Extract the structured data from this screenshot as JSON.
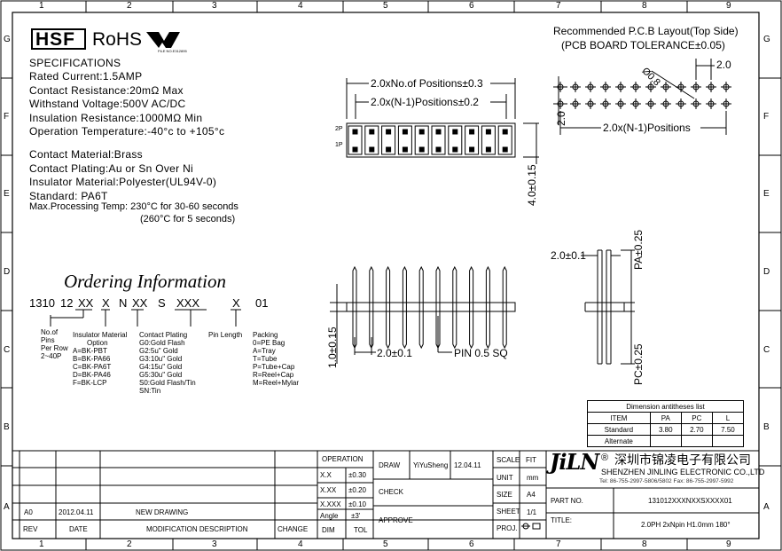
{
  "grid": {
    "columns": [
      "1",
      "2",
      "3",
      "4",
      "5",
      "6",
      "7",
      "8",
      "9"
    ],
    "rows": [
      "G",
      "F",
      "E",
      "D",
      "C",
      "B",
      "A"
    ]
  },
  "logos": {
    "hsf": "HSF",
    "rohs": "RoHS",
    "ul_text": "FILE NO.E312895"
  },
  "specifications": {
    "heading": "SPECIFICATIONS",
    "lines": [
      "Rated Current:1.5AMP",
      "Contact Resistance:20mΩ Max",
      "Withstand Voltage:500V AC/DC",
      "Insulation Resistance:1000MΩ Min",
      "Operation Temperature:-40°c to +105°c"
    ],
    "material_lines": [
      "Contact Material:Brass",
      "Contact Plating:Au or Sn Over Ni",
      "Insulator Material:Polyester(UL94V-0)",
      "Standard:    PA6T",
      "Max.Processing Temp: 230°C for 30-60 seconds",
      "(260°C for 5 seconds)"
    ]
  },
  "ordering": {
    "title": "Ordering Information",
    "code": [
      "1310",
      "12",
      "XX",
      "X",
      "N",
      "XX",
      "S",
      "XXX",
      "X",
      "01"
    ],
    "pins": [
      "No.of",
      "Pins",
      "Per Row",
      "2~40P"
    ],
    "insulator": [
      "Insulator Material",
      "Option",
      "A=BK-PBT",
      "B=BK-PA66",
      "C=BK-PA6T",
      "D=BK-PA46",
      "F=BK-LCP"
    ],
    "plating": [
      "Contact Plating",
      "G0:Gold Flash",
      "G2:5u\" Gold",
      "G3:10u\" Gold",
      "G4:15u\" Gold",
      "G5:30u\" Gold",
      "S0:Gold Flash/Tin",
      "SN:Tin"
    ],
    "pin_length": "Pin Length",
    "packing": [
      "Packing",
      "0=PE Bag",
      "A=Tray",
      "T=Tube",
      "P=Tube+Cap",
      "R=Reel+Cap",
      "M=Reel+Mylar"
    ]
  },
  "top_view": {
    "dim_total": "2.0xNo.of Positions±0.3",
    "dim_pitch": "2.0x(N-1)Positions±0.2",
    "row2": "2P",
    "row1": "1P",
    "height": "4.0±0.15"
  },
  "side_view": {
    "dim_h": "1.0±0.15",
    "dim_pitch": "2.0±0.1",
    "pin": "PIN  0.5  SQ"
  },
  "end_view": {
    "pitch": "2.0±0.1",
    "pa": "PA±0.25",
    "pc": "PC±0.25"
  },
  "pcb": {
    "title1": "Recommended P.C.B Layout(Top Side)",
    "title2": "(PCB BOARD TOLERANCE±0.05)",
    "hole": "Ø0.8",
    "pitch": "2.0",
    "row_pitch": "2.0",
    "span": "2.0x(N-1)Positions"
  },
  "dim_list": {
    "title": "Dimension  antitheses  list",
    "headers": [
      "ITEM",
      "PA",
      "PC",
      "L"
    ],
    "rows": [
      [
        "Standard",
        "3.80",
        "2.70",
        "7.50"
      ],
      [
        "Alternate",
        "",
        "",
        ""
      ]
    ]
  },
  "title_block": {
    "operation": "OPERATION",
    "draw": "DRAW",
    "drawer": "YiYuSheng",
    "draw_date": "12.04.11",
    "check": "CHECK",
    "approve": "APPROVE",
    "scale_label": "SCALE",
    "scale": "FIT",
    "unit_label": "UNIT",
    "unit": "mm",
    "size_label": "SIZE",
    "size": "A4",
    "sheet_label": "SHEET",
    "sheet": "1/1",
    "proj_label": "PROJ.",
    "tol_rows": [
      [
        "X.X",
        "±0.30"
      ],
      [
        "X.XX",
        "±0.20"
      ],
      [
        "X.XXX",
        "±0.10"
      ],
      [
        "Angle",
        "±3'"
      ]
    ],
    "dim": "DIM",
    "tol": "TOL",
    "rev_row": [
      "A0",
      "2012.04.11",
      "NEW DRAWING"
    ],
    "headers": [
      "REV",
      "DATE",
      "MODIFICATION  DESCRIPTION",
      "CHANGE"
    ],
    "company_logo": "JiLN",
    "company_cn": "深圳市锦凌电子有限公司",
    "company_en": "SHENZHEN JINLING ELECTRONIC CO.,LTD",
    "contact": "Tel: 86-755-2997-5806/5802  Fax: 86-755-2997-5992",
    "part_no_label": "PART NO.",
    "part_no": "131012XXXNXXSXXXX01",
    "title_label": "TITLE:",
    "title": "2.0PH  2xNpin  H1.0mm  180°"
  }
}
